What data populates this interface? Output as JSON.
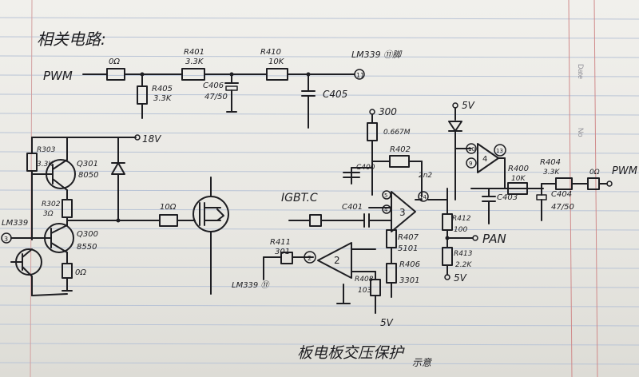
{
  "heading": "相关电路:",
  "footer_title": "板电板交压保护",
  "footer_extra": "示意",
  "margin": {
    "date_label": "Date",
    "no_label": "No"
  },
  "colors": {
    "ink": "#1e1e22",
    "paper": "#efeeea",
    "rule_line": "#b7c3d6",
    "margin_line": "#d08a8a"
  },
  "labels": {
    "pwm_in": "PWM",
    "r_in": "0Ω",
    "r401": "R401",
    "r401_val": "3.3K",
    "r405": "R405",
    "r405_val": "3.3K",
    "c406": "C406",
    "c406_val": "47/50",
    "r410": "R410",
    "r410_val": "10K",
    "c405": "C405",
    "lm339_pin": "LM339 ⑪脚",
    "pin_11": "11",
    "v18": "18V",
    "r303": "R303",
    "r303_val": "3.3K",
    "q301": "Q301",
    "q301_type": "8050",
    "r302": "R302",
    "r302_val": "3Ω",
    "r_gate": "10Ω",
    "q300": "Q300",
    "q300_type": "8550",
    "r_emit": "0Ω",
    "lm339_left": "LM339",
    "pin_3": "3",
    "v300": "300",
    "r_top": "0.667M",
    "r402": "R402",
    "c400": "C400",
    "c_2n2": "2n2",
    "igbt_c": "IGBT.C",
    "c401": "C401",
    "comp3": "3",
    "pin_14": "14",
    "pin_5": "5",
    "pin_4": "4",
    "v5_top": "5V",
    "pin_10": "10",
    "pin_9": "9",
    "comp4": "4",
    "pin_13": "13",
    "r400": "R400",
    "r400_val": "10K",
    "c403": "C403",
    "r404": "R404",
    "r404_val": "3.3K",
    "c404": "C404",
    "c404_val": "47/50",
    "r_out": "0Ω",
    "pwm_out": "PWM",
    "r412": "R412",
    "r412_val": "100",
    "pan": "PAN",
    "r413": "R413",
    "r413_val": "2.2K",
    "v5_right": "5V",
    "r407": "R407",
    "r407_val": "5101",
    "r406": "R406",
    "r406_val": "3301",
    "r411": "R411",
    "r411_val": "301",
    "comp2": "2",
    "pin_2": "2",
    "lm339_pin11": "LM339 ⑪",
    "r408": "R408",
    "r408_val": "103",
    "v5_bottom": "5V"
  }
}
